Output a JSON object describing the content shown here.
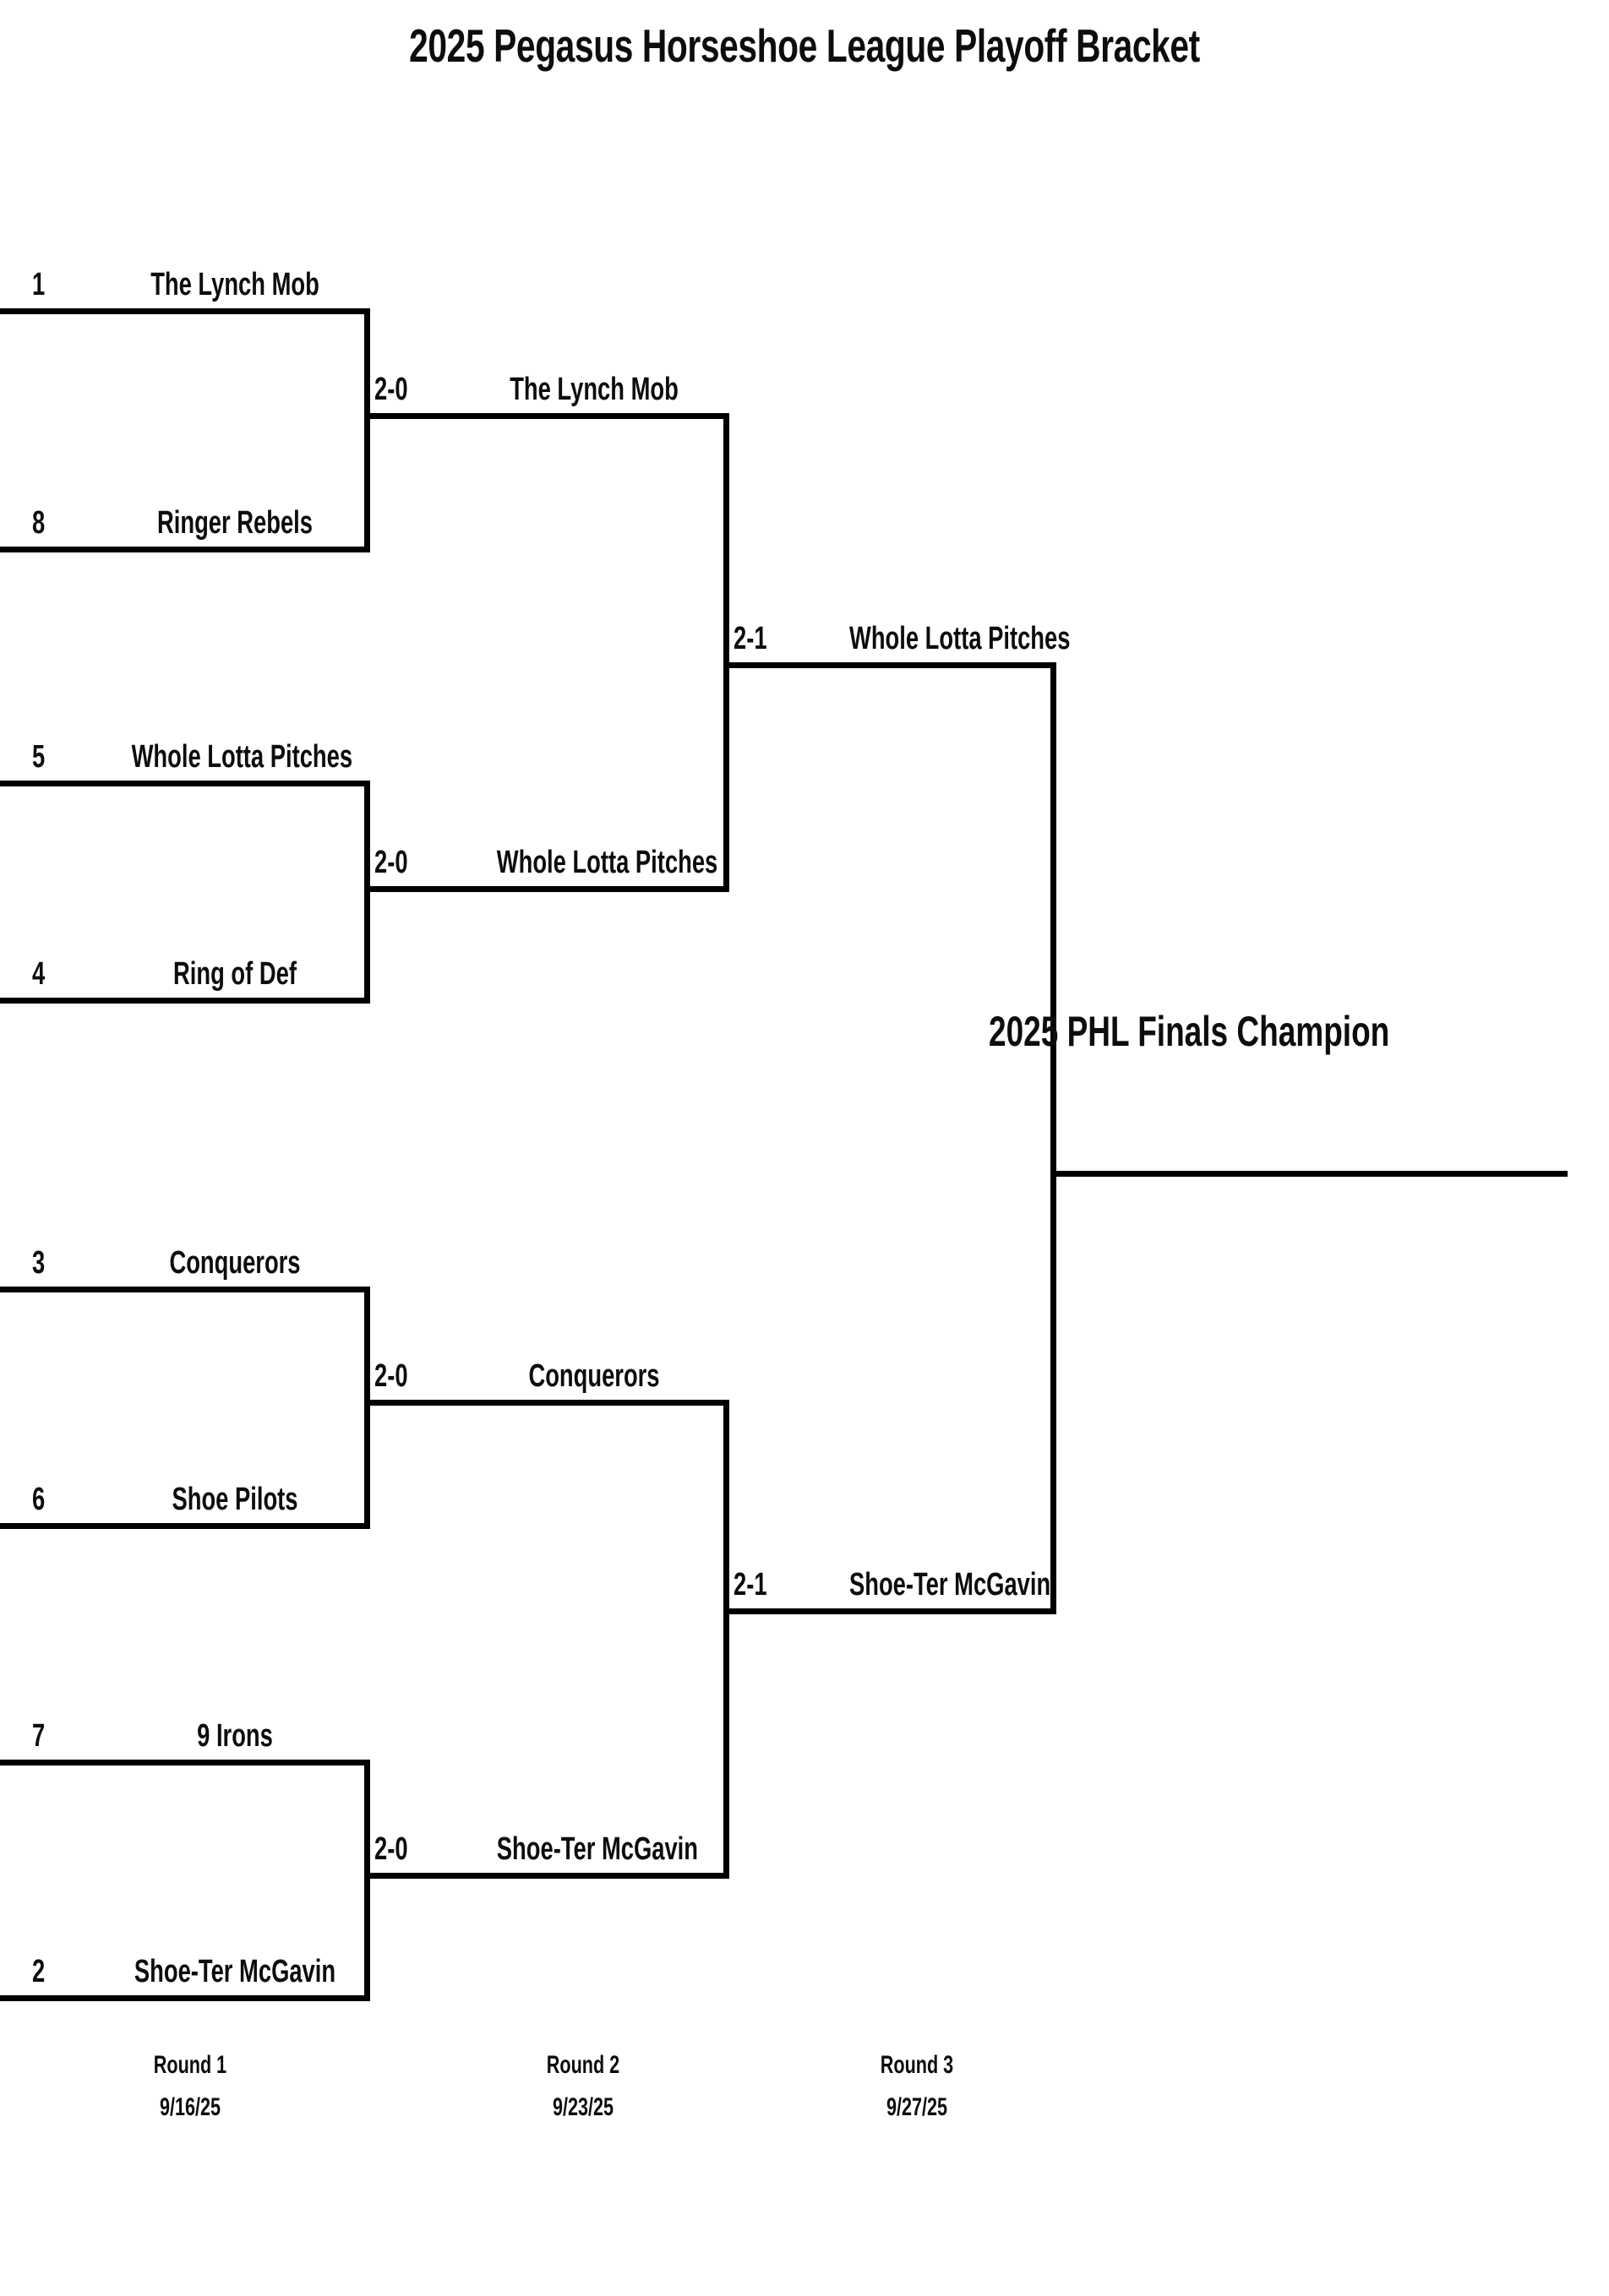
{
  "title": "2025 Pegasus Horseshoe League Playoff Bracket",
  "champion_label": "2025 PHL Finals Champion",
  "colors": {
    "line": "#000000",
    "text": "#0d0d0d",
    "background": "#ffffff"
  },
  "chart_data": {
    "type": "bracket",
    "title": "2025 Pegasus Horseshoe League Playoff Bracket",
    "rounds": [
      {
        "name": "Round 1",
        "date": "9/16/25",
        "matches": [
          {
            "teams": [
              {
                "seed": "1",
                "name": "The Lynch Mob"
              },
              {
                "seed": "8",
                "name": "Ringer Rebels"
              }
            ],
            "winner": "The Lynch Mob",
            "score": "2-0"
          },
          {
            "teams": [
              {
                "seed": "5",
                "name": "Whole Lotta Pitches"
              },
              {
                "seed": "4",
                "name": "Ring of Def"
              }
            ],
            "winner": "Whole Lotta Pitches",
            "score": "2-0"
          },
          {
            "teams": [
              {
                "seed": "3",
                "name": "Conquerors"
              },
              {
                "seed": "6",
                "name": "Shoe Pilots"
              }
            ],
            "winner": "Conquerors",
            "score": "2-0"
          },
          {
            "teams": [
              {
                "seed": "7",
                "name": "9 Irons"
              },
              {
                "seed": "2",
                "name": "Shoe-Ter McGavin"
              }
            ],
            "winner": "Shoe-Ter McGavin",
            "score": "2-0"
          }
        ]
      },
      {
        "name": "Round 2",
        "date": "9/23/25",
        "matches": [
          {
            "winner": "The Lynch Mob",
            "score": "2-0"
          },
          {
            "winner": "Whole Lotta Pitches",
            "score": "2-0"
          },
          {
            "winner": "Conquerors",
            "score": "2-0"
          },
          {
            "winner": "Shoe-Ter McGavin",
            "score": "2-0"
          }
        ]
      },
      {
        "name": "Round 3",
        "date": "9/27/25",
        "matches": [
          {
            "winner": "Whole Lotta Pitches",
            "score": "2-1"
          },
          {
            "winner": "Shoe-Ter McGavin",
            "score": "2-1"
          }
        ]
      }
    ]
  },
  "round1": {
    "slots": [
      {
        "seed": "1",
        "name": "The Lynch Mob"
      },
      {
        "seed": "8",
        "name": "Ringer Rebels"
      },
      {
        "seed": "5",
        "name": "Whole Lotta Pitches"
      },
      {
        "seed": "4",
        "name": "Ring of Def"
      },
      {
        "seed": "3",
        "name": "Conquerors"
      },
      {
        "seed": "6",
        "name": "Shoe Pilots"
      },
      {
        "seed": "7",
        "name": "9 Irons"
      },
      {
        "seed": "2",
        "name": "Shoe-Ter McGavin"
      }
    ]
  },
  "round2": {
    "slots": [
      {
        "score": "2-0",
        "name": "The Lynch Mob"
      },
      {
        "score": "2-0",
        "name": "Whole Lotta Pitches"
      },
      {
        "score": "2-0",
        "name": "Conquerors"
      },
      {
        "score": "2-0",
        "name": "Shoe-Ter McGavin"
      }
    ]
  },
  "round3": {
    "slots": [
      {
        "score": "2-1",
        "name": "Whole Lotta Pitches"
      },
      {
        "score": "2-1",
        "name": "Shoe-Ter McGavin"
      }
    ]
  },
  "footers": [
    {
      "name": "Round 1",
      "date": "9/16/25"
    },
    {
      "name": "Round 2",
      "date": "9/23/25"
    },
    {
      "name": "Round 3",
      "date": "9/27/25"
    }
  ]
}
